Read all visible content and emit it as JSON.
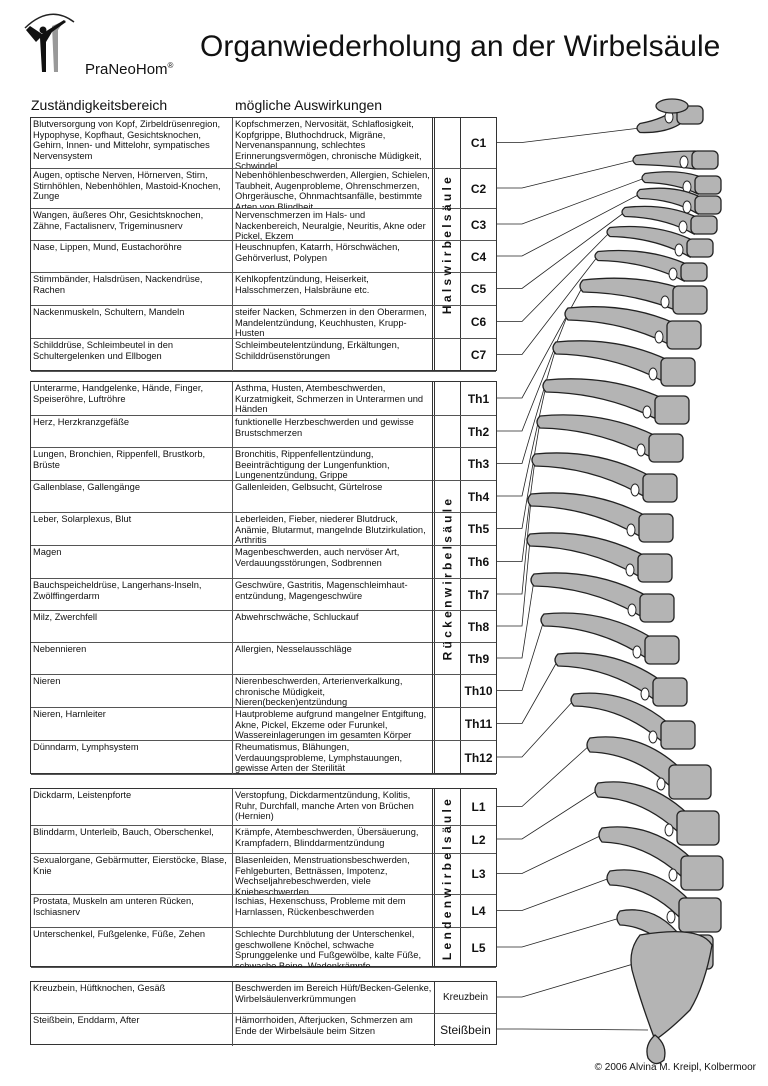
{
  "logo": {
    "brand": "PraNeoHom",
    "registered": "®"
  },
  "title": "Organwiederholung an der Wirbelsäule",
  "column_headers": {
    "area": "Zuständigkeitsbereich",
    "effects": "mögliche Auswirkungen"
  },
  "sections": [
    {
      "label": "Halswirbelsäule",
      "rows": [
        {
          "segment": "C1",
          "area": "Blutversorgung von Kopf, Zirbeldrüsenregion, Hypophyse, Kopfhaut, Gesichtsknochen, Gehirn, Innen- und Mittelohr, sympatisches Nervensystem",
          "effects": "Kopfschmerzen, Nervosität, Schlaflosigkeit, Kopfgrippe, Bluthochdruck, Migräne, Nervenanspannung, schlechtes Erinnerungsvermögen, chronische Müdigkeit, Schwindel"
        },
        {
          "segment": "C2",
          "area": "Augen, optische Nerven, Hörnerven, Stirn, Stirnhöhlen, Nebenhöhlen, Mastoid-Knochen, Zunge",
          "effects": "Nebenhöhlenbeschwerden, Allergien, Schielen, Taubheit, Augenprobleme, Ohrenschmerzen, Ohrgeräusche, Ohnmachtsanfälle, bestimmte Arten von Blindheit"
        },
        {
          "segment": "C3",
          "area": "Wangen, äußeres Ohr, Gesichtsknochen, Zähne, Factalisnerv, Trigeminusnerv",
          "effects": "Nervenschmerzen im Hals- und Nackenbereich, Neuralgie, Neuritis, Akne oder Pickel, Ekzem"
        },
        {
          "segment": "C4",
          "area": "Nase, Lippen, Mund, Eustachoröhre",
          "effects": "Heuschnupfen, Katarrh, Hörschwächen, Gehörverlust, Polypen"
        },
        {
          "segment": "C5",
          "area": "Stimmbänder, Halsdrüsen, Nackendrüse, Rachen",
          "effects": "Kehlkopfentzündung, Heiserkeit, Halsschmerzen, Halsbräune etc."
        },
        {
          "segment": "C6",
          "area": "Nackenmuskeln, Schultern, Mandeln",
          "effects": "steifer Nacken, Schmerzen in den Oberarmen, Mandelentzündung, Keuchhusten, Krupp-Husten"
        },
        {
          "segment": "C7",
          "area": "Schilddrüse, Schleimbeutel in den Schultergelenken und Ellbogen",
          "effects": "Schleimbeutelentzündung, Erkältungen, Schilddrüsenstörungen"
        }
      ]
    },
    {
      "label": "Rückenwirbelsäule",
      "rows": [
        {
          "segment": "Th1",
          "area": "Unterarme, Handgelenke, Hände, Finger, Speiseröhre, Luftröhre",
          "effects": "Asthma, Husten, Atembeschwerden, Kurzatmigkeit, Schmerzen in Unterarmen und Händen"
        },
        {
          "segment": "Th2",
          "area": "Herz, Herzkranzgefäße",
          "effects": "funktionelle Herzbeschwerden und gewisse Brustschmerzen"
        },
        {
          "segment": "Th3",
          "area": "Lungen, Bronchien, Rippenfell, Brustkorb, Brüste",
          "effects": "Bronchitis, Rippenfellentzündung, Beeinträchtigung der Lungenfunktion, Lungenentzündung, Grippe"
        },
        {
          "segment": "Th4",
          "area": "Gallenblase, Gallengänge",
          "effects": "Gallenleiden, Gelbsucht, Gürtelrose"
        },
        {
          "segment": "Th5",
          "area": "Leber, Solarplexus, Blut",
          "effects": "Leberleiden, Fieber, niederer Blutdruck, Anämie, Blutarmut, mangelnde Blutzirkulation, Arthritis"
        },
        {
          "segment": "Th6",
          "area": "Magen",
          "effects": "Magenbeschwerden, auch nervöser Art, Verdauungsstörungen, Sodbrennen"
        },
        {
          "segment": "Th7",
          "area": "Bauchspeicheldrüse, Langerhans-Inseln, Zwölffingerdarm",
          "effects": "Geschwüre, Gastritis, Magenschleimhaut-entzündung, Magengeschwüre"
        },
        {
          "segment": "Th8",
          "area": "Milz, Zwerchfell",
          "effects": "Abwehrschwäche, Schluckauf"
        },
        {
          "segment": "Th9",
          "area": "Nebennieren",
          "effects": "Allergien, Nesselausschläge"
        },
        {
          "segment": "Th10",
          "area": "Nieren",
          "effects": "Nierenbeschwerden, Arterienverkalkung, chronische Müdigkeit, Nieren(becken)entzündung"
        },
        {
          "segment": "Th11",
          "area": "Nieren, Harnleiter",
          "effects": "Hautprobleme aufgrund mangelner Entgiftung, Akne, Pickel, Ekzeme oder Furunkel, Wassereinlagerungen im gesamten Körper"
        },
        {
          "segment": "Th12",
          "area": "Dünndarm, Lymphsystem",
          "effects": "Rheumatismus, Blähungen, Verdauungsprobleme, Lymphstauungen, gewisse Arten der Sterilität"
        }
      ]
    },
    {
      "label": "Lendenwirbelsäule",
      "rows": [
        {
          "segment": "L1",
          "area": "Dickdarm, Leistenpforte",
          "effects": "Verstopfung, Dickdarmentzündung, Kolitis, Ruhr, Durchfall, manche Arten von Brüchen (Hernien)"
        },
        {
          "segment": "L2",
          "area": "Blinddarm, Unterleib, Bauch, Oberschenkel,",
          "effects": "Krämpfe, Atembeschwerden, Übersäuerung, Krampfadern, Blinddarmentzündung"
        },
        {
          "segment": "L3",
          "area": "Sexualorgane, Gebärmutter, Eierstöcke, Blase, Knie",
          "effects": "Blasenleiden, Menstruationsbeschwerden, Fehlgeburten, Bettnässen, Impotenz, Wechseljahrebeschwerden, viele Kniebeschwerden"
        },
        {
          "segment": "L4",
          "area": "Prostata, Muskeln am unteren Rücken, Ischiasnerv",
          "effects": "Ischias, Hexenschuss, Probleme mit dem Harnlassen, Rückenbeschwerden"
        },
        {
          "segment": "L5",
          "area": "Unterschenkel, Fußgelenke, Füße, Zehen",
          "effects": "Schlechte Durchblutung der Unterschenkel, geschwollene Knöchel, schwache Sprunggelenke und Fußgewölbe, kalte Füße, schwache Beine, Wadenkrämpfe"
        }
      ]
    },
    {
      "label": "",
      "rows": [
        {
          "segment": "Kreuzbein",
          "area": "Kreuzbein, Hüftknochen, Gesäß",
          "effects": "Beschwerden im Bereich Hüft/Becken-Gelenke, Wirbelsäulenverkrümmungen"
        },
        {
          "segment": "Steißbein",
          "area": "Steißbein, Enddarm, After",
          "effects": "Hämorrhoiden, Afterjucken, Schmerzen am Ende der Wirbelsäule beim Sitzen"
        }
      ]
    }
  ],
  "footer": "© 2006 Alvina M. Kreipl, Kolbermoor",
  "colors": {
    "bone": "#b4b4b4",
    "outline": "#222222"
  }
}
